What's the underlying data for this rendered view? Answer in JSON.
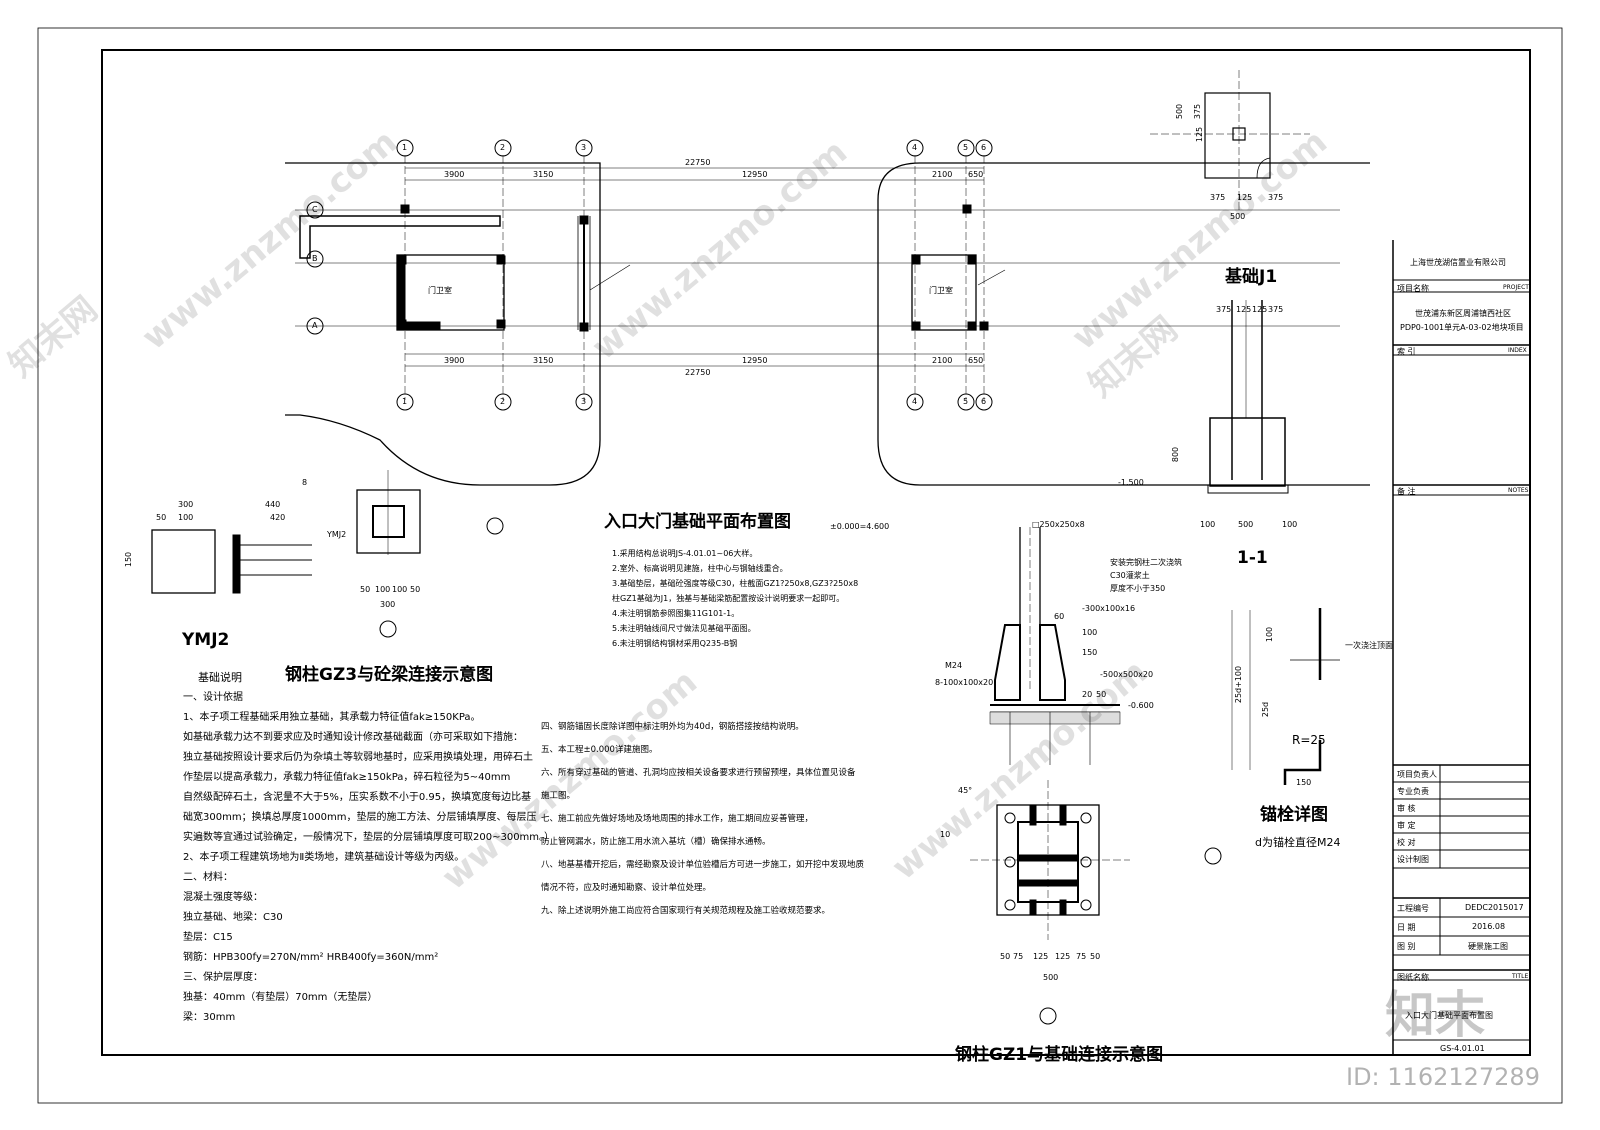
{
  "drawing": {
    "plan_title": "入口大门基础平面布置图",
    "gz3_title": "钢柱GZ3与砼梁连接示意图",
    "gz1_title": "钢柱GZ1与基础连接示意图",
    "ymj2_title": "YMJ2",
    "j1_title": "基础J1",
    "section_title": "1-1",
    "anchor_title": "锚栓详图",
    "anchor_note": "d为锚栓直径M24",
    "room_left": "门卫室",
    "room_right": "门卫室",
    "elevation": "±0.000=4.600",
    "axis_labels": [
      "1",
      "2",
      "3",
      "4",
      "5",
      "6",
      "A",
      "B",
      "C"
    ],
    "dims_top": [
      "22750",
      "3900",
      "3150",
      "12950",
      "2100",
      "650"
    ],
    "dims_bottom": [
      "22750",
      "3900",
      "3150",
      "12950",
      "2100",
      "650"
    ],
    "plan_notes": [
      "1.采用结构总说明JS-4.01.01~06大样。",
      "2.室外、标高说明见建施，柱中心与钢轴线重合。",
      "3.基础垫层，基础砼强度等级C30，柱截面GZ1?250x8,GZ3?250x8",
      "   柱GZ1基础为J1，独基与基础梁筋配置按设计说明要求一起即可。",
      "4.未注明钢筋参照图集11G101-1。",
      "5.未注明轴线间尺寸做法见基础平面图。",
      "6.未注明钢结构钢材采用Q235-B钢"
    ],
    "j1_dims": [
      "500",
      "375",
      "125",
      "500",
      "375",
      "125",
      "375"
    ],
    "section_dims": [
      "375",
      "125",
      "125",
      "375",
      "800",
      "100",
      "500",
      "100",
      "-1.500"
    ],
    "anchor_dims": [
      "100",
      "25d+100",
      "25d",
      "150",
      "R=25"
    ],
    "gz1_dims": [
      "50",
      "75",
      "125",
      "125",
      "75",
      "50",
      "500"
    ],
    "gz1_labels": [
      "□250x250x8",
      "安装完钢柱二次浇筑",
      "C30灌浆土",
      "厚度不小于350",
      "-300x100x16",
      "-500x500x20",
      "8-100x100x20",
      "M24",
      "-0.600",
      "100",
      "150",
      "60",
      "20",
      "50",
      "45°",
      "10"
    ],
    "gz3_labels": [
      "300",
      "50",
      "100",
      "150",
      "440",
      "420",
      "8",
      "YMJ2",
      "300",
      "50",
      "100",
      "100",
      "50"
    ],
    "anchor_labels": [
      "一次浇注顶面"
    ]
  },
  "foundation_notes": {
    "heading": "基础说明",
    "lines": [
      "一、设计依据",
      "1、本子项工程基础采用独立基础，其承载力特征值fak≥150KPa。",
      "如基础承载力达不到要求应及时通知设计修改基础截面（亦可采取如下措施：",
      "独立基础按照设计要求后仍为杂填土等软弱地基时，应采用换填处理，用碎石土",
      "作垫层以提高承载力，承载力特征值fak≥150kPa，碎石粒径为5~40mm",
      "自然级配碎石土，含泥量不大于5%，压实系数不小于0.95，换填宽度每边比基",
      "础宽300mm；换填总厚度1000mm，垫层的施工方法、分层铺填厚度、每层压",
      "实遍数等宜通过试验确定，一般情况下，垫层的分层铺填厚度可取200~300mm。）",
      "2、本子项工程建筑场地为Ⅱ类场地，建筑基础设计等级为丙级。",
      "二、材料：",
      "混凝土强度等级：",
      "独立基础、地梁：C30",
      "垫层：C15",
      "钢筋：HPB300fy=270N/mm² HRB400fy=360N/mm²",
      "三、保护层厚度：",
      "独基：40mm（有垫层）70mm（无垫层）",
      "梁：30mm"
    ],
    "lines2": [
      "四、钢筋锚固长度除详图中标注明外均为40d，钢筋搭接按结构说明。",
      "五、本工程±0.000详建施图。",
      "六、所有穿过基础的管道、孔洞均应按相关设备要求进行预留预埋，具体位置见设备",
      "施工图。",
      "七、施工前应先做好场地及场地周围的排水工作，施工期间应妥善管理，",
      "防止管网漏水，防止施工用水流入基坑（槽）确保排水通畅。",
      "八、地基基槽开挖后，需经勘察及设计单位验槽后方可进一步施工，如开挖中发现地质",
      "情况不符，应及时通知勘察、设计单位处理。",
      "九、除上述说明外施工尚应符合国家现行有关规范规程及施工验收规范要求。"
    ]
  },
  "title_block": {
    "company": "上海世茂湖信置业有限公司",
    "project_label": "项目名称",
    "project_label_en": "PROJECT",
    "project_name_1": "世茂浦东新区周浦镇西社区",
    "project_name_2": "PDP0-1001单元A-03-02地块项目",
    "index_label": "索  引",
    "index_en": "INDEX",
    "notes_label": "备  注",
    "notes_en": "NOTES",
    "roles": [
      "项目负责人",
      "专业负责",
      "审  核",
      "审  定",
      "校  对",
      "设计制图"
    ],
    "project_no_label": "工程编号",
    "project_no": "DEDC2015017",
    "date_label": "日  期",
    "date": "2016.08",
    "stage_label": "图  别",
    "stage": "硬景施工图",
    "drawing_name_label": "图纸名称",
    "drawing_name_en": "TITLE",
    "drawing_name": "入口大门基础平面布置图",
    "drawing_no": "GS-4.01.01"
  },
  "watermark": {
    "site": "www.znzmo.com",
    "brand": "知末网",
    "logo_text": "知末",
    "id_text": "ID: 1162127289"
  }
}
